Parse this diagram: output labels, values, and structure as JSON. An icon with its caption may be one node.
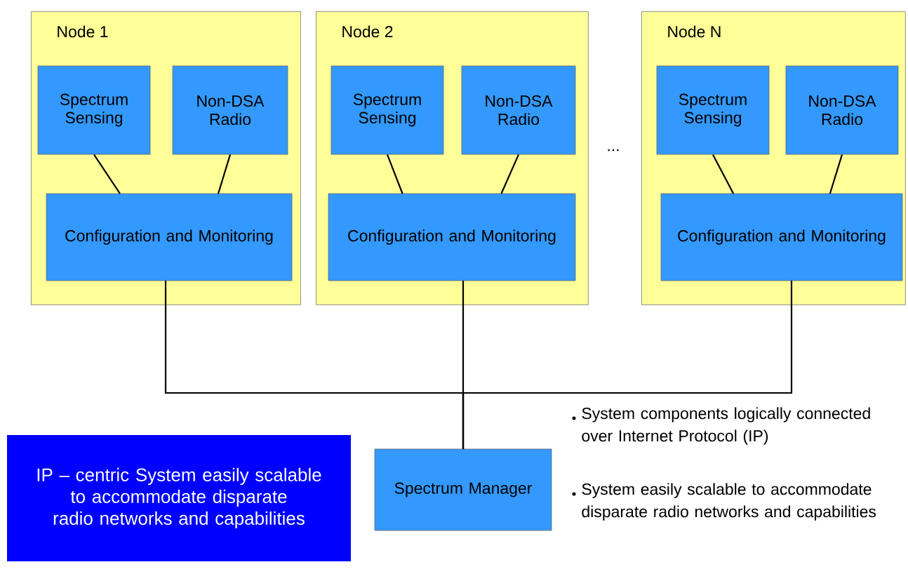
{
  "diagram": {
    "nodes": [
      {
        "text": [
          "Node 1"
        ]
      },
      {
        "text": [
          "Spectrum Sensing"
        ],
        "in": 0
      },
      {
        "text": [
          "Non-DSA Radio"
        ],
        "in": 0
      },
      {
        "text": [
          "Configuration and Monitoring"
        ],
        "in": 0
      },
      {
        "text": [
          "Node 2"
        ]
      },
      {
        "text": [
          "Spectrum Sensing"
        ],
        "in": 4
      },
      {
        "text": [
          "Non-DSA Radio"
        ],
        "in": 4
      },
      {
        "text": [
          "Configuration and Monitoring"
        ],
        "in": 4
      },
      {
        "text": [
          "Node N"
        ]
      },
      {
        "text": [
          "Spectrum Sensing"
        ],
        "in": 8
      },
      {
        "text": [
          "Non-DSA Radio"
        ],
        "in": 8
      },
      {
        "text": [
          "Configuration and Monitoring"
        ],
        "in": 8
      },
      {
        "text": [
          "Spectrum Manager"
        ]
      },
      {
        "text": [
          "IP – centric System easily scalable to accommodate disparate radio networks and capabilities"
        ]
      }
    ],
    "edges": [
      {
        "from": 1,
        "to": 3,
        "arrow": "none"
      },
      {
        "from": 2,
        "to": 3,
        "arrow": "none"
      },
      {
        "from": 5,
        "to": 7,
        "arrow": "none"
      },
      {
        "from": 6,
        "to": 7,
        "arrow": "none"
      },
      {
        "from": 9,
        "to": 11,
        "arrow": "none"
      },
      {
        "from": 10,
        "to": 11,
        "arrow": "none"
      },
      {
        "from": 3,
        "to": 12,
        "arrow": "none"
      },
      {
        "from": 7,
        "to": 12,
        "arrow": "none"
      },
      {
        "from": 11,
        "to": 12,
        "arrow": "none"
      }
    ],
    "labels": [
      "...",
      "System components logically connected over Internet Protocol (IP)",
      "System easily scalable to accommodate disparate radio networks and capabilities"
    ]
  }
}
